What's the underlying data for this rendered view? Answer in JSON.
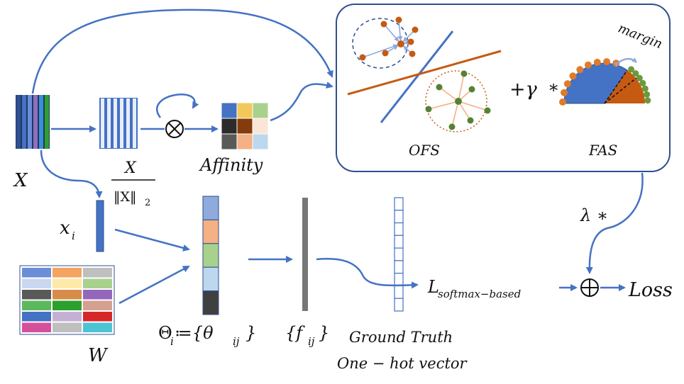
{
  "labels": {
    "x_big": "X",
    "x_norm_num": "X",
    "x_norm_den": "‖X‖",
    "x_norm_sub": "2",
    "affinity": "Affinity",
    "x_i_main": "x",
    "x_i_sub": "i",
    "w": "W",
    "theta_lhs": "Θ",
    "theta_lhs_sub": "i",
    "theta_assign": " ≔{θ",
    "theta_sub": "ij",
    "theta_close": "}",
    "f_open": "{f",
    "f_sub": "ij",
    "f_close": "}",
    "gt_line1": "Ground Truth",
    "gt_line2": "One − hot vector",
    "loss_main": "L",
    "loss_sub": "softmax−based",
    "loss": "Loss",
    "lambda": "λ ∗",
    "ofs": "OFS",
    "fas": "FAS",
    "gamma": "+γ",
    "star": "∗",
    "margin": "margin",
    "otimes": "⊗",
    "oplus": "⊕"
  },
  "colors": {
    "arrow": "#4472C4",
    "blue_fill": "#4472C4",
    "orange": "#C55A11",
    "green": "#548235",
    "gray_bar": "#777777"
  },
  "x_matrix_colors": [
    "#2F4F8F",
    "#4472C4",
    "#6A8FD8",
    "#8F6FC0",
    "#3C8FD0",
    "#2CA02C"
  ],
  "affinity_colors": [
    "#4472C4",
    "#F2C85B",
    "#A9D18E",
    "#2B2B2B",
    "#843C0C",
    "#FBE5D6",
    "#595959",
    "#F4B183",
    "#BDD7EE"
  ],
  "w_colors": [
    "#6A8FD8",
    "#F4A460",
    "#BFBFBF",
    "#C9D7F0",
    "#FFE9A8",
    "#A9D18E",
    "#595959",
    "#D88C4A",
    "#9467BD",
    "#5CB85C",
    "#2CA02C",
    "#D4A090",
    "#4472C4",
    "#C5B0D5",
    "#D62728",
    "#D64F9A",
    "#BFBFBF",
    "#4CC4D4"
  ],
  "theta_colors": [
    "#8FAADC",
    "#F4B183",
    "#A9D18E",
    "#BDD7EE",
    "#404040"
  ]
}
